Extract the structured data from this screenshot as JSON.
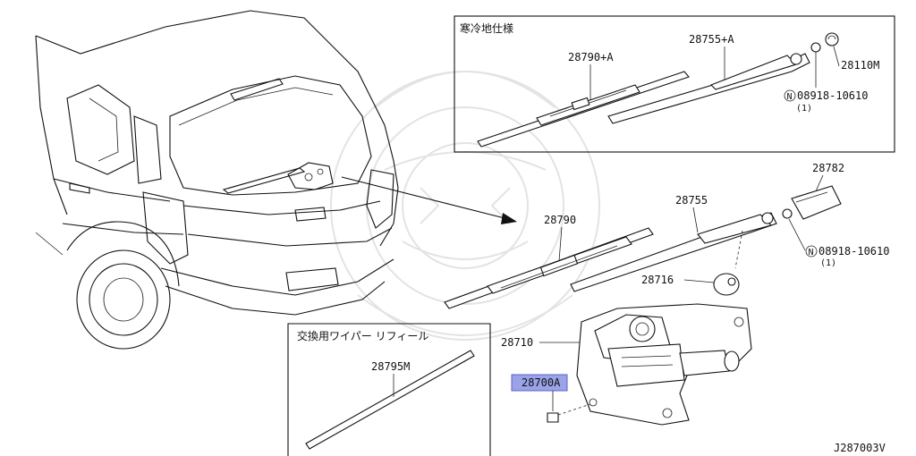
{
  "inset_cold": {
    "title": "寒冷地仕様",
    "labels": {
      "blade": "28790+A",
      "arm": "28755+A",
      "cap": "28110M",
      "nut": "08918-10610",
      "nut_qty": "(1)",
      "nut_symbol": "N"
    }
  },
  "inset_refill": {
    "title": "交換用ワイパー リフィール",
    "label": "28795M"
  },
  "main_labels": {
    "cover": "28782",
    "arm": "28755",
    "blade": "28790",
    "nut": "08918-10610",
    "nut_qty": "(1)",
    "nut_symbol": "N",
    "pivot_cap": "28716",
    "bracket": "28710",
    "motor": "28700A"
  },
  "diagram_code": "J287003V",
  "colors": {
    "highlight": "#9aa2e8",
    "line": "#111111",
    "watermark": "#e3e3e3"
  }
}
